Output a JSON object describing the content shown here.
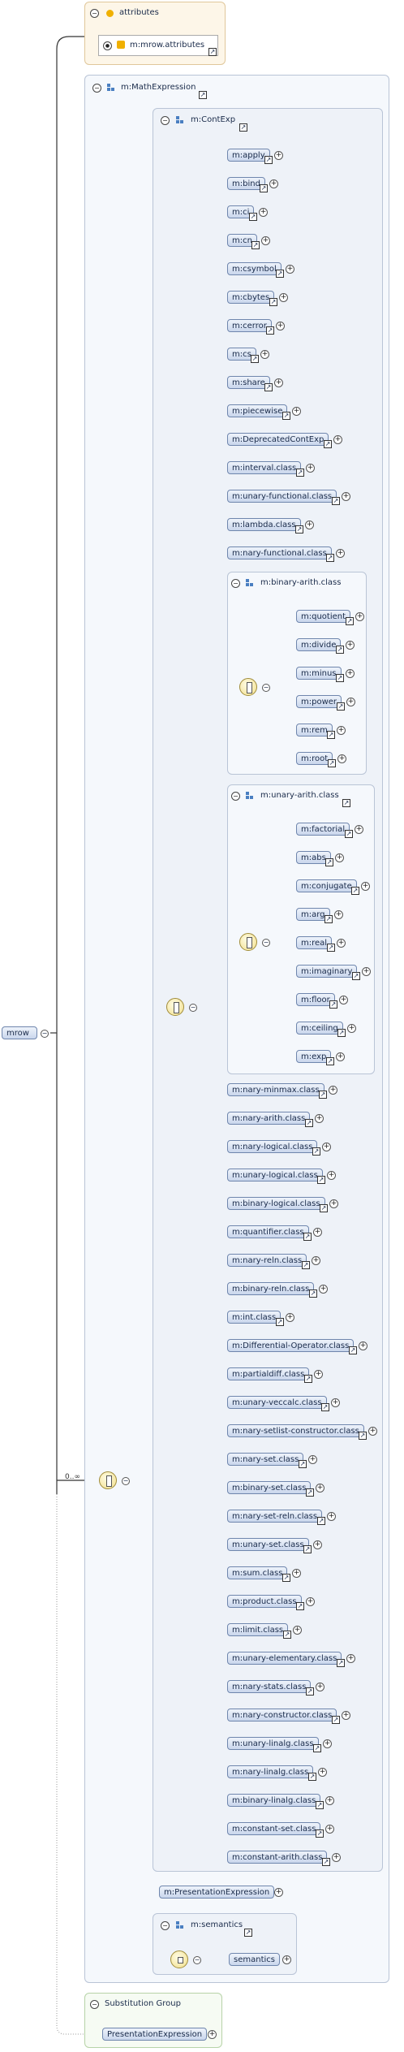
{
  "root": {
    "label": "mrow"
  },
  "attributes": {
    "title": "attributes",
    "item": "m:mrow.attributes"
  },
  "math_expression": {
    "title": "m:MathExpression",
    "cardinality": "0..∞"
  },
  "cont_exp": {
    "title": "m:ContExp",
    "items_top": [
      "m:apply",
      "m:bind",
      "m:ci",
      "m:cn",
      "m:csymbol",
      "m:cbytes",
      "m:cerror",
      "m:cs",
      "m:share",
      "m:piecewise",
      "m:DeprecatedContExp",
      "m:interval.class",
      "m:unary-functional.class",
      "m:lambda.class",
      "m:nary-functional.class"
    ],
    "binary_arith": {
      "title": "m:binary-arith.class",
      "items": [
        "m:quotient",
        "m:divide",
        "m:minus",
        "m:power",
        "m:rem",
        "m:root"
      ]
    },
    "unary_arith": {
      "title": "m:unary-arith.class",
      "items": [
        "m:factorial",
        "m:abs",
        "m:conjugate",
        "m:arg",
        "m:real",
        "m:imaginary",
        "m:floor",
        "m:ceiling",
        "m:exp"
      ]
    },
    "items_bottom": [
      "m:nary-minmax.class",
      "m:nary-arith.class",
      "m:nary-logical.class",
      "m:unary-logical.class",
      "m:binary-logical.class",
      "m:quantifier.class",
      "m:nary-reln.class",
      "m:binary-reln.class",
      "m:int.class",
      "m:Differential-Operator.class",
      "m:partialdiff.class",
      "m:unary-veccalc.class",
      "m:nary-setlist-constructor.class",
      "m:nary-set.class",
      "m:binary-set.class",
      "m:nary-set-reln.class",
      "m:unary-set.class",
      "m:sum.class",
      "m:product.class",
      "m:limit.class",
      "m:unary-elementary.class",
      "m:nary-stats.class",
      "m:nary-constructor.class",
      "m:unary-linalg.class",
      "m:nary-linalg.class",
      "m:binary-linalg.class",
      "m:constant-set.class",
      "m:constant-arith.class"
    ]
  },
  "presentation_expression": {
    "label": "m:PresentationExpression"
  },
  "semantics": {
    "title": "m:semantics",
    "item": "semantics"
  },
  "substitution_group": {
    "title": "Substitution Group",
    "item": "PresentationExpression"
  }
}
